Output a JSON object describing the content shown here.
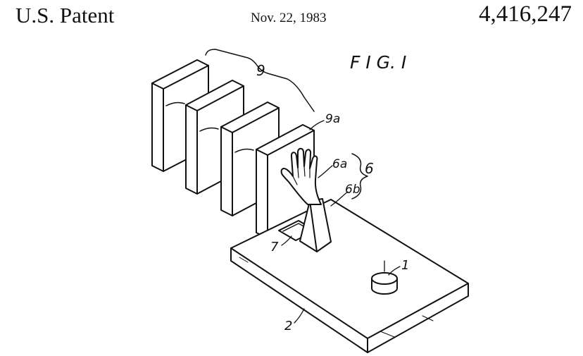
{
  "header": {
    "country_label": "U.S. Patent",
    "date": "Nov. 22, 1983",
    "patent_number": "4,416,247"
  },
  "figure": {
    "title": "F I G. I",
    "labels": {
      "panels": "9",
      "front_panel": "9a",
      "hand_assembly": "6",
      "hand": "6a",
      "arm": "6b",
      "slot": "7",
      "button": "1",
      "base": "2"
    }
  },
  "colors": {
    "ink": "#111111",
    "paper": "#ffffff"
  }
}
